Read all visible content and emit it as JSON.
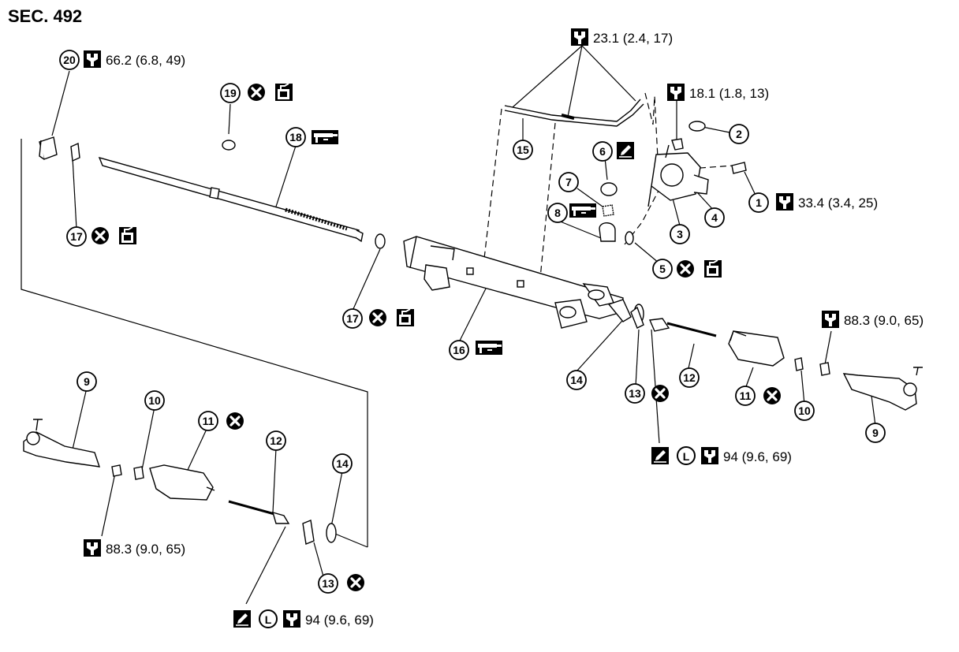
{
  "section": "SEC. 492",
  "torques": {
    "t1": "23.1 (2.4, 17)",
    "t2": "18.1 (1.8, 13)",
    "t3": "66.2 (6.8, 49)",
    "t4": "33.4 (3.4, 25)",
    "t5": "88.3 (9.0, 65)",
    "t6": "94 (9.6, 69)",
    "t7": "88.3 (9.0, 65)",
    "t8": "94 (9.6, 69)"
  },
  "callouts": {
    "c1": "1",
    "c2": "2",
    "c3": "3",
    "c4": "4",
    "c5": "5",
    "c6": "6",
    "c7": "7",
    "c8": "8",
    "c9a": "9",
    "c9b": "9",
    "c10a": "10",
    "c10b": "10",
    "c11a": "11",
    "c11b": "11",
    "c12a": "12",
    "c12b": "12",
    "c13a": "13",
    "c13b": "13",
    "c14a": "14",
    "c14b": "14",
    "c15": "15",
    "c16": "16",
    "c17a": "17",
    "c17b": "17",
    "c18": "18",
    "c19": "19",
    "c20": "20"
  },
  "lock_letter": "L",
  "icon_names": [
    "torque-wrench-icon",
    "do-not-reuse-icon",
    "apply-grease-icon",
    "apply-sealant-icon",
    "genuine-grease-icon",
    "locking-sealant-icon"
  ]
}
